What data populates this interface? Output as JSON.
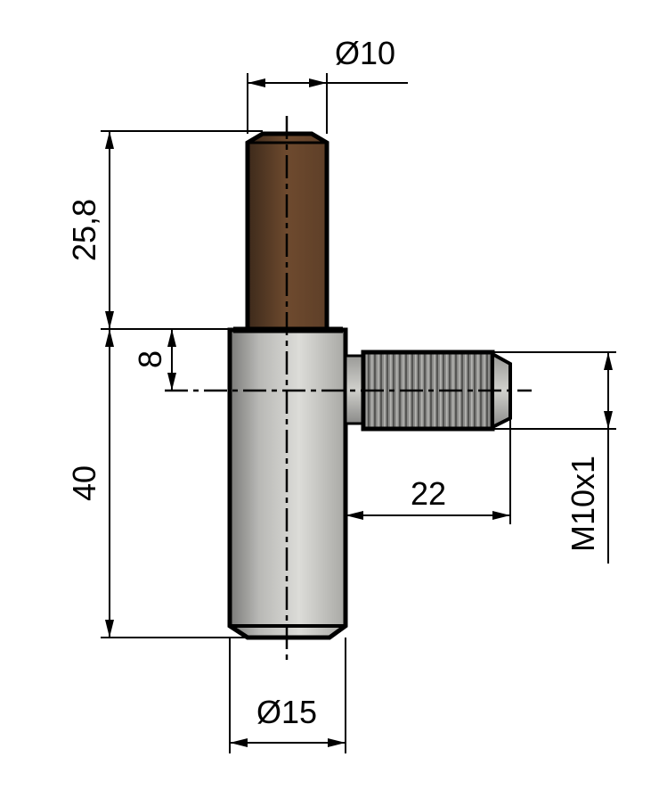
{
  "drawing": {
    "dimensions": {
      "pin_diameter": "Ø10",
      "pin_length": "25,8",
      "thread_offset": "8",
      "body_length": "40",
      "thread_length": "22",
      "thread_spec": "M10x1",
      "body_diameter": "Ø15"
    },
    "colors": {
      "pin": "#6e4a2e",
      "body": "#c4c4c0",
      "thread": "#7d7d7b"
    }
  }
}
